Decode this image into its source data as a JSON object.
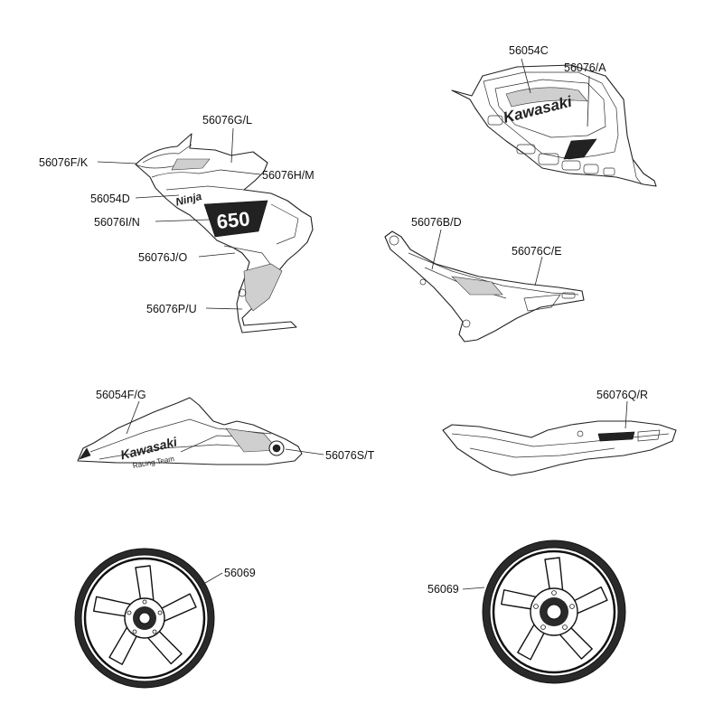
{
  "callouts": {
    "tank_logo": "56054C",
    "tank_stripe": "56076/A",
    "shroud_upper": "56076G/L",
    "shroud_top": "56076F/K",
    "shroud_mid": "56076H/M",
    "shroud_logo": "56054D",
    "shroud_number": "56076I/N",
    "shroud_lower": "56076J/O",
    "shroud_bottom": "56076P/U",
    "tail_stripe": "56076B/D",
    "tail_side": "56076C/E",
    "belly_logo": "56054F/G",
    "belly_side": "56076S/T",
    "seat_cowl": "56076Q/R",
    "wheel_front": "56069",
    "wheel_rear": "56069"
  },
  "decal_text": {
    "tank_brand": "Kawasaki",
    "belly_brand": "Kawasaki",
    "belly_sub": "Racing Team",
    "shroud_script": "Ninja",
    "shroud_number": "650"
  }
}
